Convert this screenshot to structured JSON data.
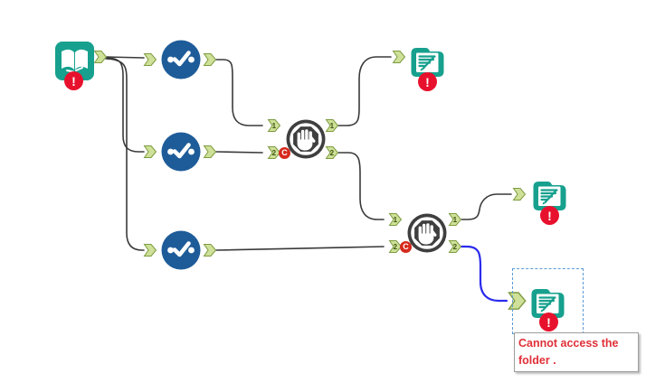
{
  "colors": {
    "canvas_bg": "#ffffff",
    "teal": "#17a08e",
    "blue": "#1e5c99",
    "anchor_fill": "#cfe198",
    "anchor_border": "#7d9b41",
    "anchor_text": "#3c5310",
    "wire": "#3a3a3a",
    "selected_wire": "#2b2bee",
    "error_red": "#e8112d",
    "badge_c_red": "#d6291d",
    "hand_dark": "#3f3f3f",
    "selection_blue": "#5b9bd5",
    "tooltip_text_red": "#e03038",
    "tooltip_border": "#9e9e9e",
    "tooltip_bg": "#ffffff"
  },
  "labels": {
    "anchor_1": "1",
    "anchor_2": "2",
    "c_badge": "C",
    "error_badge": "!"
  },
  "tools": {
    "input_data": {
      "icon": "book-icon",
      "status": "error"
    },
    "select_1": {
      "icon": "check-icon"
    },
    "select_2": {
      "icon": "check-icon"
    },
    "select_3": {
      "icon": "check-icon"
    },
    "block_until_done_1": {
      "icon": "hand-icon",
      "badge": "C"
    },
    "block_until_done_2": {
      "icon": "hand-icon",
      "badge": "C"
    },
    "output_data_1": {
      "icon": "file-pencil-icon",
      "status": "error"
    },
    "output_data_2": {
      "icon": "file-pencil-icon",
      "status": "error"
    },
    "output_data_3": {
      "icon": "file-pencil-icon",
      "status": "error",
      "selected": true
    }
  },
  "tooltip": {
    "line1": "Cannot access the",
    "line2": "folder ."
  }
}
